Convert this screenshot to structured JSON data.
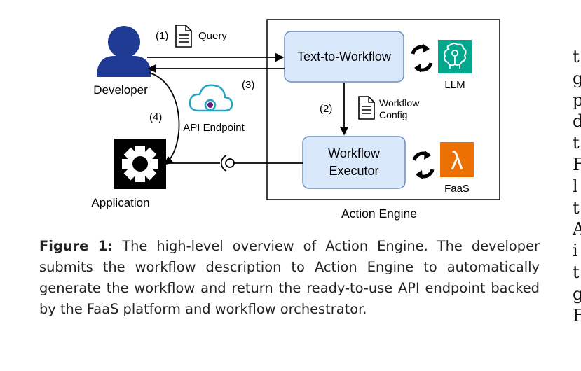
{
  "diagram": {
    "developer_label": "Developer",
    "application_label": "Application",
    "api_endpoint_label": "API Endpoint",
    "action_engine_label": "Action Engine",
    "text_to_workflow_label": "Text-to-Workflow",
    "workflow_executor_label_line1": "Workflow",
    "workflow_executor_label_line2": "Executor",
    "llm_label": "LLM",
    "faas_label": "FaaS",
    "faas_symbol": "λ",
    "step1_label": "(1)",
    "query_label": "Query",
    "step2_label": "(2)",
    "workflow_config_line1": "Workflow",
    "workflow_config_line2": "Config",
    "step3_label": "(3)",
    "step4_label": "(4)",
    "colors": {
      "box_fill": "#dae8fc",
      "box_stroke": "#6c8ebf",
      "developer_blue": "#1f3a93",
      "llm_green": "#01a88d",
      "faas_orange": "#ed7100",
      "cloud_teal": "#24a4c2",
      "cloud_dot": "#6a1b7a"
    }
  },
  "caption": {
    "figure_label": "Figure 1:",
    "text": "The high-level overview of Action Engine. The developer submits the workflow description to Action Engine to automatically generate the workflow and return the ready-to-use API endpoint backed by the FaaS platform and workflow orchestrator."
  },
  "side_column": {
    "letters": [
      "t",
      "g",
      "p",
      "d",
      "t",
      "F",
      "l",
      "t",
      "A",
      "i",
      "t",
      "g",
      "F"
    ]
  }
}
